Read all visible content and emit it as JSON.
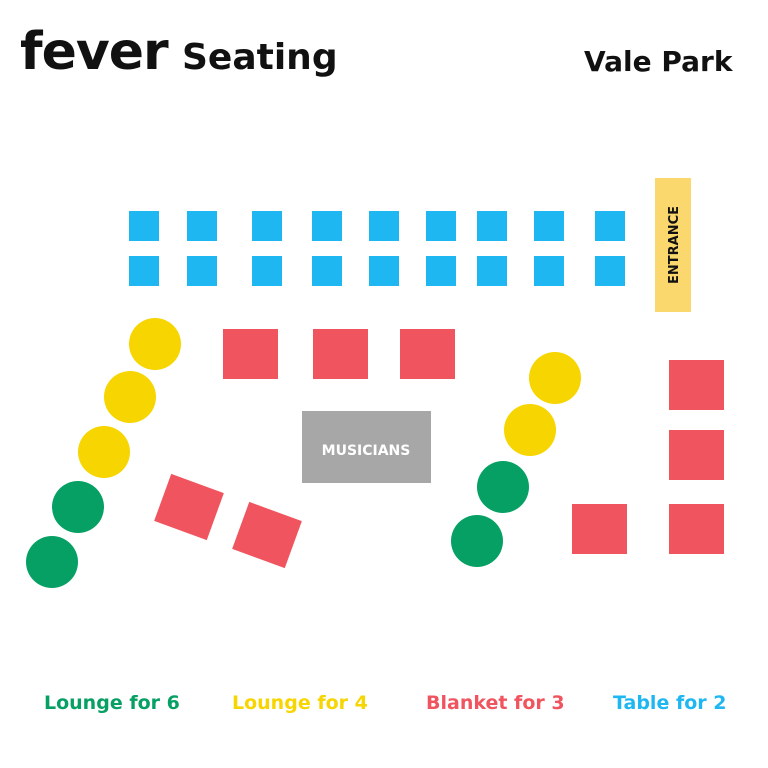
{
  "header": {
    "brand": "fever",
    "title": "Seating",
    "venue": "Vale Park"
  },
  "labels": {
    "entrance": "ENTRANCE",
    "musicians": "MUSICIANS"
  },
  "legend": [
    {
      "label": "Lounge for 6",
      "color": "#07A064"
    },
    {
      "label": "Lounge for 4",
      "color": "#F7D500"
    },
    {
      "label": "Blanket for 3",
      "color": "#F0555F"
    },
    {
      "label": "Table for 2",
      "color": "#1FB7F2"
    }
  ],
  "colors": {
    "lounge6": "#07A064",
    "lounge4": "#F7D500",
    "blanket3": "#F0555F",
    "table2": "#1FB7F2",
    "entrance": "#FBD86E",
    "musicians": "#A7A7A7",
    "musicians_text": "#FFFFFF"
  }
}
